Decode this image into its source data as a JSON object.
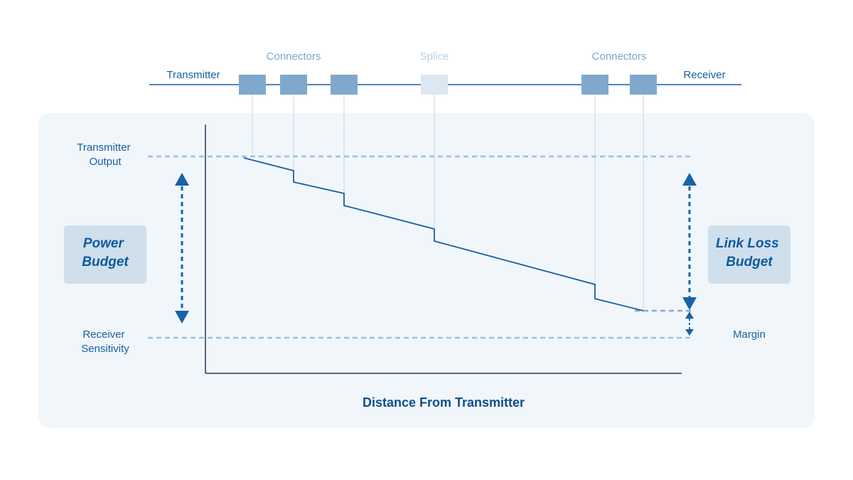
{
  "top_line": {
    "transmitter_label": "Transmitter",
    "receiver_label": "Receiver",
    "connectors_left_label": "Connectors",
    "splice_label": "Splice",
    "connectors_right_label": "Connectors"
  },
  "chart": {
    "transmitter_output_label": [
      "Transmitter",
      "Output"
    ],
    "receiver_sensitivity_label": [
      "Receiver",
      "Sensitivity"
    ],
    "x_axis_label": "Distance From Transmitter",
    "power_budget_label": [
      "Power",
      "Budget"
    ],
    "link_loss_budget_label": [
      "Link Loss",
      "Budget"
    ],
    "margin_label": "Margin"
  },
  "colors": {
    "line": "#1a5fa0",
    "connector": "#7ea9cd",
    "splice": "#dbe7f1",
    "panel": "#f1f6fa",
    "badge": "#cfdfec",
    "dash": "#9cc0dd",
    "arrow": "#1763a6"
  }
}
